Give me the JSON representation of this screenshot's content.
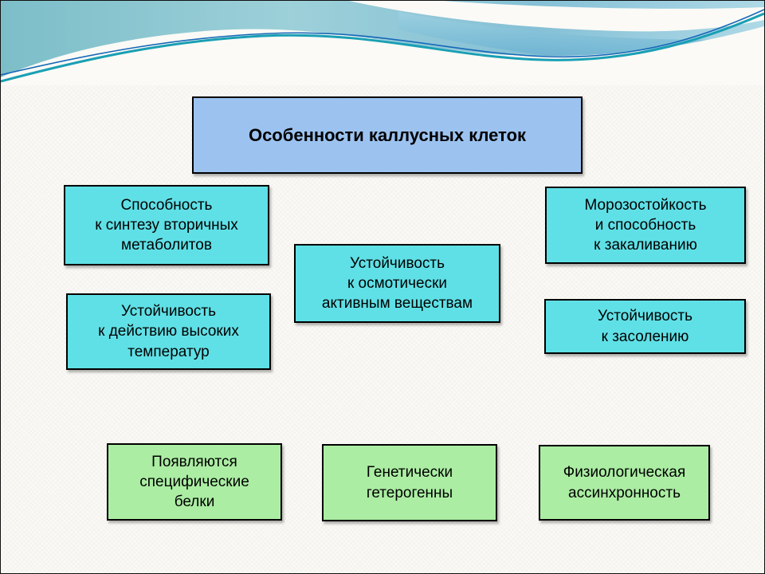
{
  "colors": {
    "slide_bg": "#fbfaf6",
    "title_fill": "#9cc3f0",
    "feature_fill": "#5fe0e6",
    "property_fill": "#abeda3",
    "wave_teal": "#7cbec8",
    "wave_line_teal": "#199fb4",
    "wave_line_blue": "#1668b8"
  },
  "title": {
    "text": "Особенности каллусных клеток"
  },
  "feature_boxes": [
    {
      "text": "Способность\nк синтезу вторичных\nметаболитов"
    },
    {
      "text": "Морозостойкость\nи способность\nк закаливанию"
    },
    {
      "text": "Устойчивость\nк осмотически\nактивным веществам"
    },
    {
      "text": "Устойчивость\nк действию высоких\nтемператур"
    },
    {
      "text": "Устойчивость\nк засолению"
    }
  ],
  "property_boxes": [
    {
      "text": "Появляются\nспецифические\nбелки"
    },
    {
      "text": "Генетически\nгетерогенны"
    },
    {
      "text": "Физиологическая\nассинхронность"
    }
  ]
}
